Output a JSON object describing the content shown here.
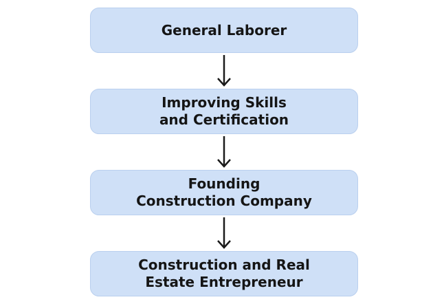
{
  "diagram": {
    "steps": [
      {
        "lines": [
          "General Laborer"
        ]
      },
      {
        "lines": [
          "Improving Skills",
          "and Certification"
        ]
      },
      {
        "lines": [
          "Founding",
          "Construction Company"
        ]
      },
      {
        "lines": [
          "Construction and Real",
          "Estate Entrepreneur"
        ]
      }
    ]
  },
  "colors": {
    "box_fill": "#cfe0f7",
    "box_border": "#b9cfee",
    "arrow": "#1a1a1a",
    "text": "#151515"
  }
}
